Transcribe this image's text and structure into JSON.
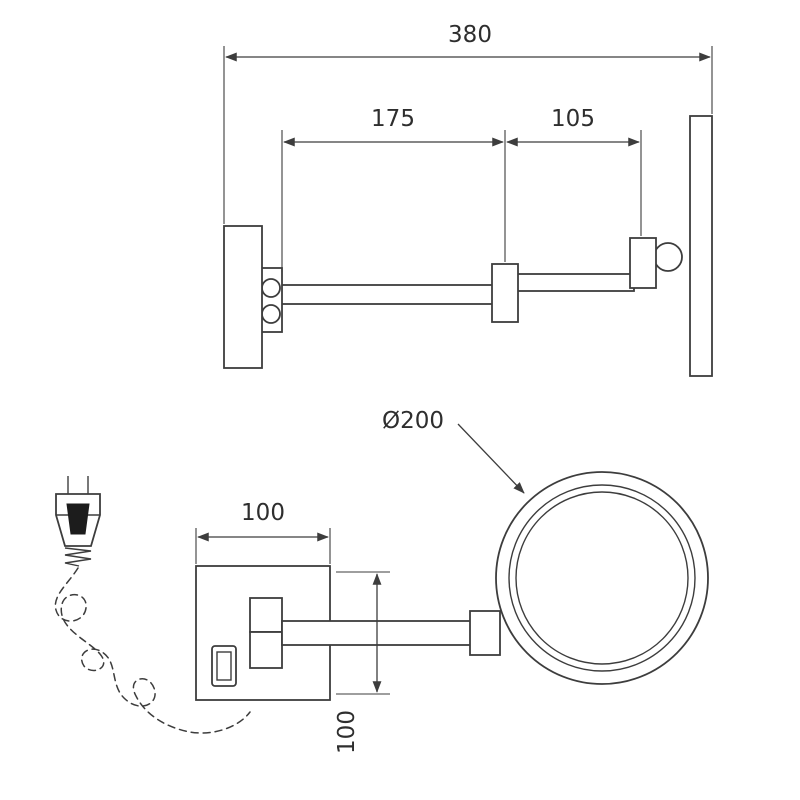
{
  "drawing": {
    "title": "wall-mounted-magnifying-mirror-technical-drawing",
    "line_color": "#3d3d3d",
    "background": "#ffffff",
    "side_view": {
      "dimensions": {
        "total_extension": "380",
        "first_arm_segment": "175",
        "second_arm_segment": "105"
      }
    },
    "front_view": {
      "dimensions": {
        "mirror_diameter": "Ø200",
        "wall_plate_width": "100",
        "wall_plate_height": "100"
      }
    }
  }
}
